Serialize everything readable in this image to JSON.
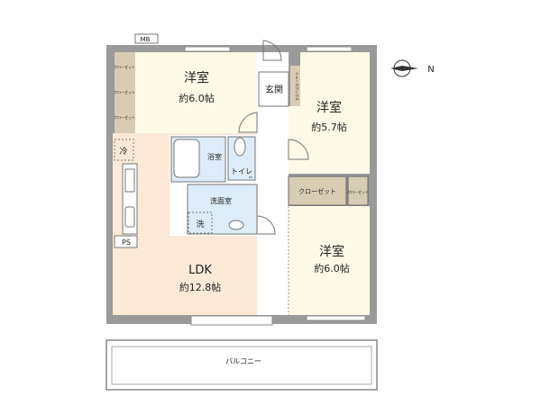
{
  "colors": {
    "wall": "#9a9a9a",
    "western": "#fdfbe6",
    "ldk": "#fce9d6",
    "wet": "#dcecf8",
    "closet": "#d8ccb3"
  },
  "rooms": {
    "western1": {
      "name": "洋室",
      "size": "約6.0帖"
    },
    "western2": {
      "name": "洋室",
      "size": "約5.7帖"
    },
    "western3": {
      "name": "洋室",
      "size": "約6.0帖"
    },
    "ldk": {
      "name": "LDK",
      "size": "約12.8帖"
    },
    "genkan": "玄関",
    "shoebox": "シューズボックス",
    "bath": "浴室",
    "toilet": "トイレ",
    "washroom": "洗面室",
    "washer": "洗",
    "fridge": "冷",
    "closet_main": "クローゼット",
    "closet_small": "クローゼット",
    "closets_left": [
      "クローゼット",
      "クローゼット",
      "クローゼット"
    ],
    "ps": "PS",
    "ps_small": "PS",
    "mb": "MB",
    "balcony": "バルコニー"
  },
  "compass": {
    "label": "N",
    "icon": "compass-icon"
  }
}
